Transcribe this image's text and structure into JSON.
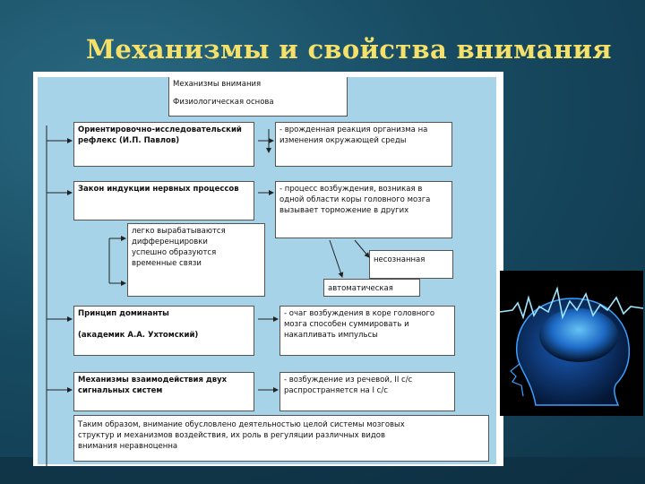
{
  "slide": {
    "title": "Механизмы и свойства внимания"
  },
  "diagram": {
    "header": {
      "line1": "Механизмы внимания",
      "line2": "Физиологическая основа"
    },
    "left_boxes": {
      "orienting": {
        "line1": "Ориентировочно-исследовательский",
        "line2": "рефлекс (И.П. Павлов)"
      },
      "induction": {
        "line1": "Закон индукции нервных процессов"
      },
      "differentiation": {
        "line1": "легко вырабатываются",
        "line2": "дифференцировки",
        "line3": "",
        "line4": "успешно образуются",
        "line5": "временные связи"
      },
      "dominant": {
        "line1": "Принцип доминанты",
        "line2": "(академик А.А. Ухтомский)"
      },
      "signal_systems": {
        "line1": "Механизмы взаимодействия двух",
        "line2": "сигнальных систем"
      }
    },
    "right_boxes": {
      "orienting_desc": {
        "line1": "- врожденная реакция организма на",
        "line2": "изменения окружающей среды"
      },
      "induction_desc": {
        "line1": "- процесс возбуждения, возникая в",
        "line2": "одной области коры головного мозга",
        "line3": "вызывает торможение в других"
      },
      "involuntary": {
        "line1": "несознанная"
      },
      "automatic": {
        "line1": "автоматическая"
      },
      "dominant_desc": {
        "line1": "- очаг возбуждения в коре головного",
        "line2": "мозга способен суммировать и",
        "line3": "накапливать импульсы"
      },
      "signal_desc": {
        "line1": "- возбуждение из речевой, II с/с",
        "line2": "распространяется на I с/с"
      }
    },
    "conclusion": {
      "line1": "Таким образом, внимание обусловлено деятельностью целой системы мозговых",
      "line2": "структур и механизмов воздействия, их роль в регуляции различных видов",
      "line3": "внимания неравноценна"
    }
  }
}
